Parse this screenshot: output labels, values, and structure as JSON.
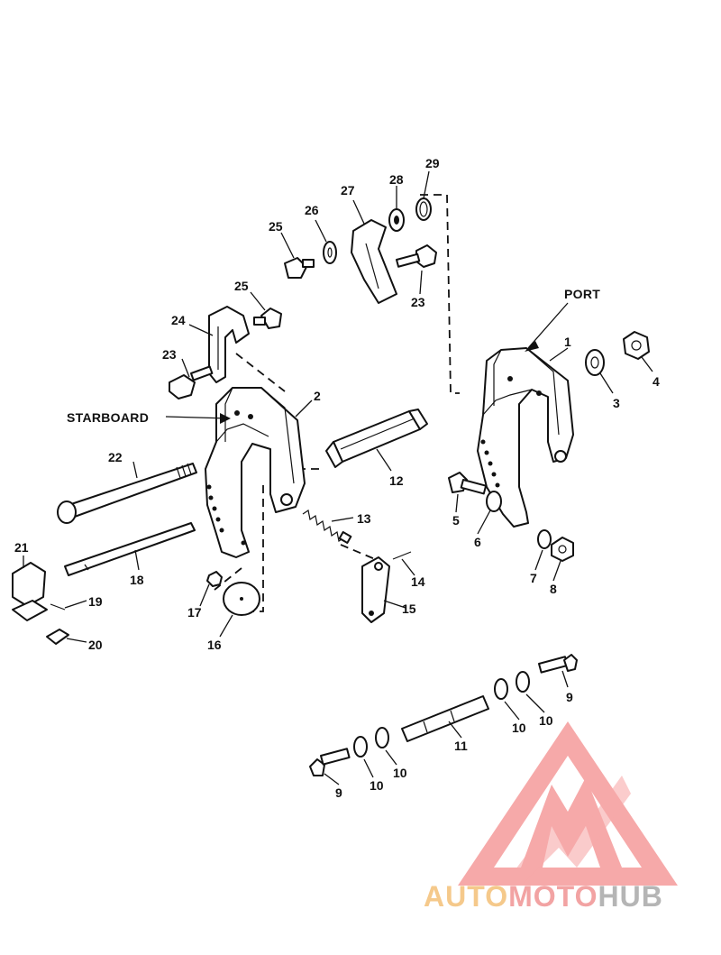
{
  "diagram": {
    "side_labels": {
      "port": "PORT",
      "starboard": "STARBOARD"
    },
    "callouts": {
      "c1": "1",
      "c2": "2",
      "c3": "3",
      "c4": "4",
      "c5": "5",
      "c6": "6",
      "c7": "7",
      "c8": "8",
      "c9a": "9",
      "c9b": "9",
      "c10a": "10",
      "c10b": "10",
      "c10c": "10",
      "c10d": "10",
      "c11": "11",
      "c12": "12",
      "c13": "13",
      "c14": "14",
      "c15": "15",
      "c16": "16",
      "c17": "17",
      "c18": "18",
      "c19": "19",
      "c20": "20",
      "c21": "21",
      "c22": "22",
      "c23a": "23",
      "c23b": "23",
      "c24": "24",
      "c25a": "25",
      "c25b": "25",
      "c26": "26",
      "c27": "27",
      "c28": "28",
      "c29": "29"
    }
  },
  "watermark": {
    "logo": "auto-moto-hub-triangle-logo",
    "word_part1": "AUTO",
    "word_part2": "MOTO",
    "word_part3": "HUB",
    "colors": {
      "triangle": "#f6a0a0",
      "auto": "#f5c98b",
      "moto": "#f2a3a3",
      "hub": "#b5b5b5"
    }
  }
}
